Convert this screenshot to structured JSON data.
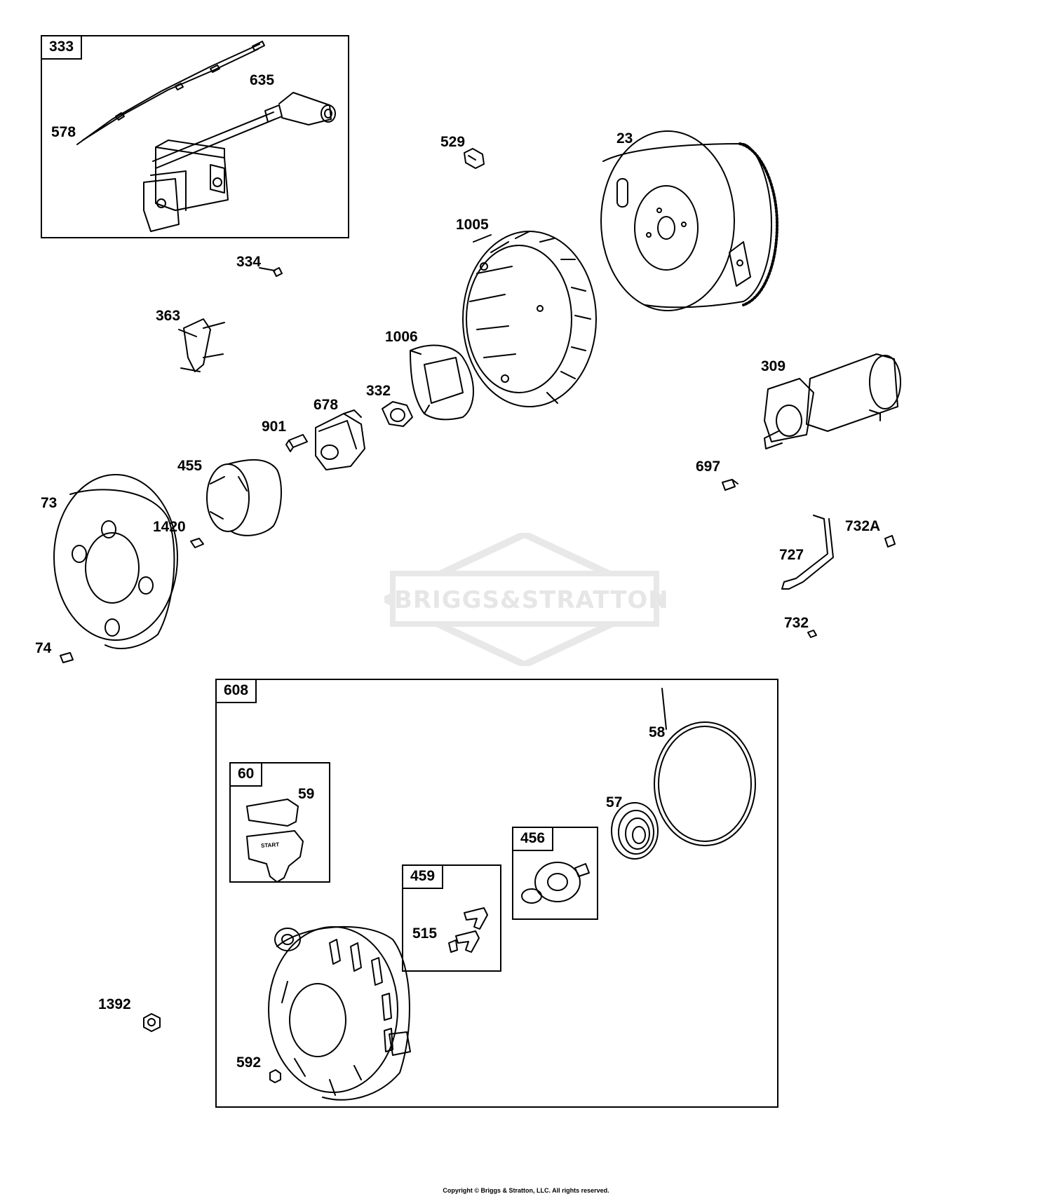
{
  "diagram": {
    "watermark_text": "BRIGGS&STRATTON",
    "copyright": "Copyright © Briggs & Stratton, LLC. All rights reserved.",
    "groups": {
      "g333": "333",
      "g608": "608",
      "g60": "60",
      "g459": "459",
      "g456": "456"
    },
    "parts": {
      "p635": "635",
      "p578": "578",
      "p529": "529",
      "p23": "23",
      "p1005": "1005",
      "p334": "334",
      "p363": "363",
      "p1006": "1006",
      "p332": "332",
      "p678": "678",
      "p901": "901",
      "p309": "309",
      "p455": "455",
      "p697": "697",
      "p73": "73",
      "p1420": "1420",
      "p732A": "732A",
      "p727": "727",
      "p732": "732",
      "p74": "74",
      "p58": "58",
      "p59": "59",
      "p57": "57",
      "p515": "515",
      "p1392": "1392",
      "p592": "592"
    },
    "embossed_text": {
      "handle_start": "START"
    }
  }
}
